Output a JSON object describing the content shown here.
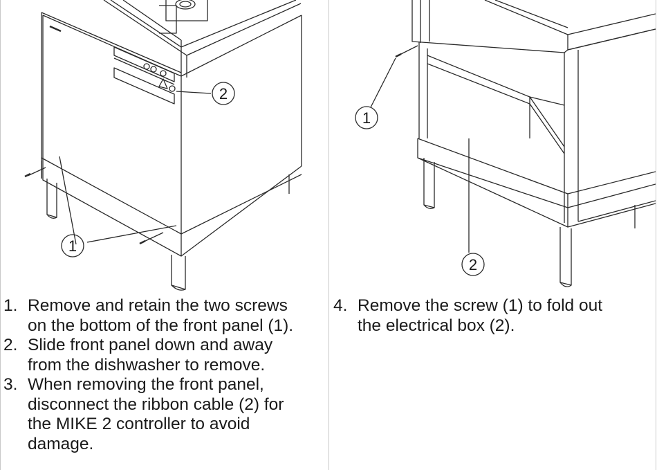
{
  "left_column": {
    "figure": {
      "callout_1": "1",
      "callout_2": "2"
    },
    "steps": [
      {
        "number": "1.",
        "lines": [
          "Remove and retain the two screws",
          "on the bottom of the front panel (1)."
        ]
      },
      {
        "number": "2.",
        "lines": [
          "Slide front panel down and away",
          "from the dishwasher to remove."
        ]
      },
      {
        "number": "3.",
        "lines": [
          "When removing the front panel,",
          "disconnect the ribbon cable (2) for",
          "the MIKE 2 controller to avoid",
          "damage."
        ]
      }
    ]
  },
  "right_column": {
    "figure": {
      "callout_1": "1",
      "callout_2": "2"
    },
    "steps": [
      {
        "number": "4.",
        "lines": [
          "Remove the screw (1) to fold out",
          "the electrical box (2)."
        ]
      }
    ]
  }
}
